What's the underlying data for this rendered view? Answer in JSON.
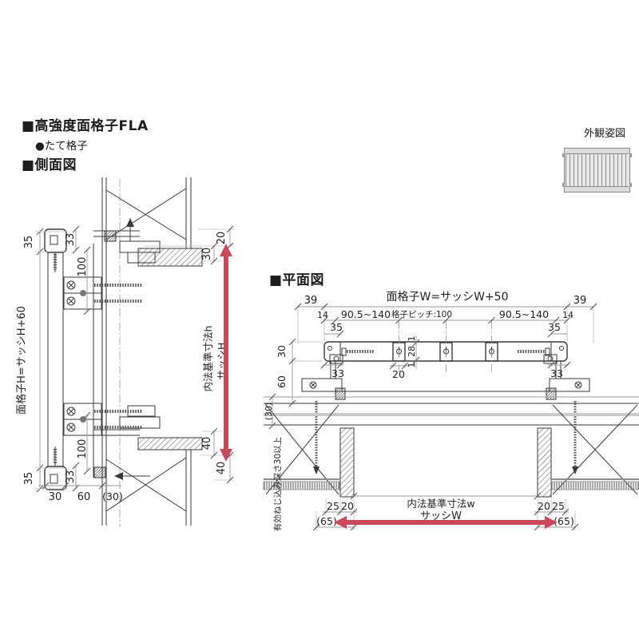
{
  "header": {
    "title": "■高強度面格子FLA",
    "subtitle": "●たて格子",
    "side_view_label": "■側面図",
    "plan_view_label": "■平面図",
    "appearance_label": "外観姿図"
  },
  "colors": {
    "arrow": "#c9495a",
    "line": "#3a3a3a",
    "dim": "#9a9a9a"
  },
  "side_view": {
    "height_formula": "面格子H=サッシH+60",
    "dims": {
      "rail_h_top": "35",
      "cap_top": "33",
      "offset_top": "100",
      "rail_h_bottom": "35",
      "cap_bottom": "33",
      "offset_bottom": "100",
      "foot_30": "30",
      "foot_60": "60",
      "foot_30p": "(30)",
      "gap_20": "20",
      "gap_30": "30",
      "inner_height": "内法基準寸法h",
      "sash_height": "サッシH",
      "bottom_40a": "40",
      "bottom_40b": "40"
    }
  },
  "plan_view": {
    "width_formula": "面格子W=サッシW+50",
    "dims": {
      "end_39_left": "39",
      "end_39_right": "39",
      "end_14_left": "14",
      "end_14_right": "14",
      "range_left": "90.5~140",
      "range_right": "90.5~140",
      "pitch": "格子ピッチ:100",
      "cap_35_left": "35",
      "cap_35_right": "35",
      "cap_33_left": "33",
      "cap_33_right": "33",
      "bar_20": "20",
      "bar_1a": "1",
      "bar_28": "28",
      "bar_1b": "1",
      "side_30": "30",
      "side_60": "60",
      "side_30p": "(30)",
      "jamb_25_left": "25",
      "jamb_20_left": "20",
      "jamb_20_right": "20",
      "jamb_25_right": "25",
      "wall_65_left": "(65)",
      "wall_65_right": "(65)",
      "inner_width": "内法基準寸法w",
      "sash_width": "サッシW",
      "screw_note": "有効ねじ込み深さ30以上"
    }
  }
}
